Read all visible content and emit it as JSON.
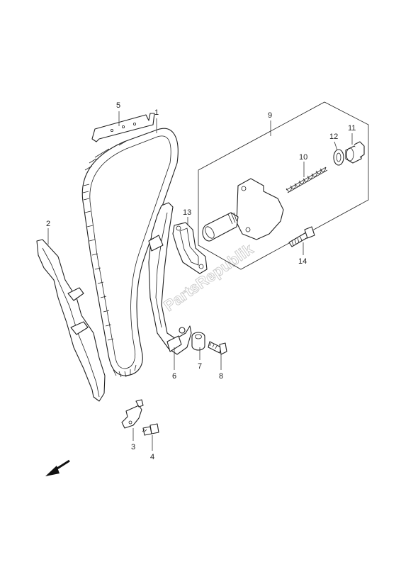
{
  "callouts": [
    {
      "id": "1",
      "label": "1"
    },
    {
      "id": "2",
      "label": "2"
    },
    {
      "id": "3",
      "label": "3"
    },
    {
      "id": "4",
      "label": "4"
    },
    {
      "id": "5",
      "label": "5"
    },
    {
      "id": "6",
      "label": "6"
    },
    {
      "id": "7",
      "label": "7"
    },
    {
      "id": "8",
      "label": "8"
    },
    {
      "id": "9",
      "label": "9"
    },
    {
      "id": "10",
      "label": "10"
    },
    {
      "id": "11",
      "label": "11"
    },
    {
      "id": "12",
      "label": "12"
    },
    {
      "id": "13",
      "label": "13"
    },
    {
      "id": "14",
      "label": "14"
    }
  ],
  "watermark": "PartsRepublik",
  "direction_arrow": "front-arrow-icon"
}
